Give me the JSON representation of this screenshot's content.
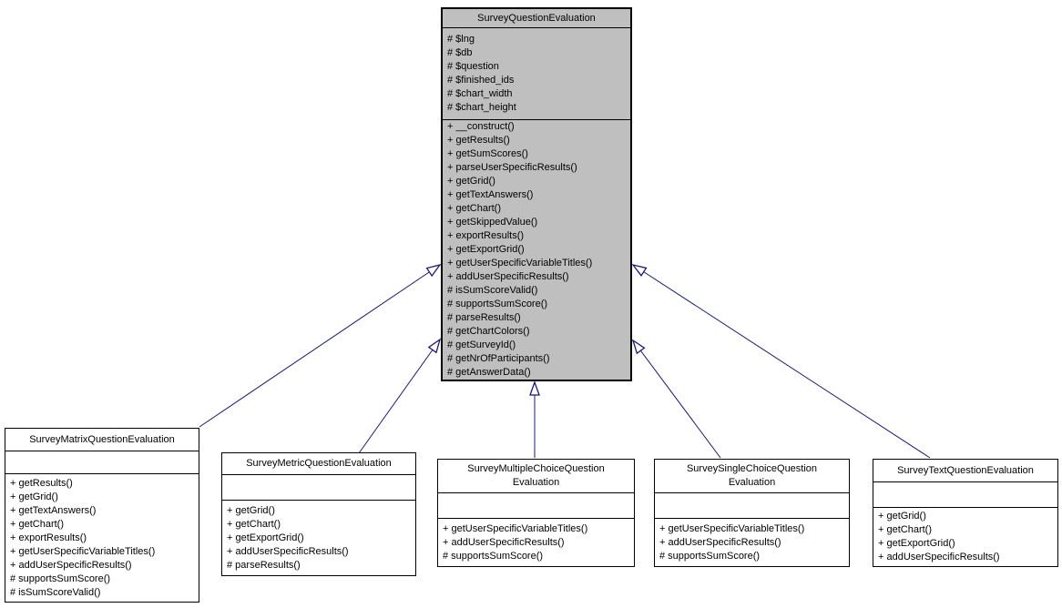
{
  "colors": {
    "background": "#ffffff",
    "base_class_fill": "#bfbfbf",
    "derived_class_fill": "#ffffff",
    "border": "#000000",
    "text": "#000000",
    "arrow": "#191970"
  },
  "classes": {
    "base": {
      "title_lines": [
        "SurveyQuestionEvaluation"
      ],
      "attributes": [
        "# $lng",
        "# $db",
        "# $question",
        "# $finished_ids",
        "# $chart_width",
        "# $chart_height"
      ],
      "methods": [
        "+ __construct()",
        "+ getResults()",
        "+ getSumScores()",
        "+ parseUserSpecificResults()",
        "+ getGrid()",
        "+ getTextAnswers()",
        "+ getChart()",
        "+ getSkippedValue()",
        "+ exportResults()",
        "+ getExportGrid()",
        "+ getUserSpecificVariableTitles()",
        "+ addUserSpecificResults()",
        "# isSumScoreValid()",
        "# supportsSumScore()",
        "# parseResults()",
        "# getChartColors()",
        "# getSurveyId()",
        "# getNrOfParticipants()",
        "# getAnswerData()"
      ]
    },
    "matrix": {
      "title_lines": [
        "SurveyMatrixQuestionEvaluation"
      ],
      "attributes": [],
      "methods": [
        "+ getResults()",
        "+ getGrid()",
        "+ getTextAnswers()",
        "+ getChart()",
        "+ exportResults()",
        "+ getUserSpecificVariableTitles()",
        "+ addUserSpecificResults()",
        "# supportsSumScore()",
        "# isSumScoreValid()"
      ]
    },
    "metric": {
      "title_lines": [
        "SurveyMetricQuestionEvaluation"
      ],
      "attributes": [],
      "methods": [
        "+ getGrid()",
        "+ getChart()",
        "+ getExportGrid()",
        "+ addUserSpecificResults()",
        "# parseResults()"
      ]
    },
    "multiple_choice": {
      "title_lines": [
        "SurveyMultipleChoiceQuestion",
        "Evaluation"
      ],
      "attributes": [],
      "methods": [
        "+ getUserSpecificVariableTitles()",
        "+ addUserSpecificResults()",
        "# supportsSumScore()"
      ]
    },
    "single_choice": {
      "title_lines": [
        "SurveySingleChoiceQuestion",
        "Evaluation"
      ],
      "attributes": [],
      "methods": [
        "+ getUserSpecificVariableTitles()",
        "+ addUserSpecificResults()",
        "# supportsSumScore()"
      ]
    },
    "text": {
      "title_lines": [
        "SurveyTextQuestionEvaluation"
      ],
      "attributes": [],
      "methods": [
        "+ getGrid()",
        "+ getChart()",
        "+ getExportGrid()",
        "+ addUserSpecificResults()"
      ]
    }
  },
  "relationships": [
    {
      "from": "SurveyMatrixQuestionEvaluation",
      "to": "SurveyQuestionEvaluation",
      "type": "inheritance"
    },
    {
      "from": "SurveyMetricQuestionEvaluation",
      "to": "SurveyQuestionEvaluation",
      "type": "inheritance"
    },
    {
      "from": "SurveyMultipleChoiceQuestionEvaluation",
      "to": "SurveyQuestionEvaluation",
      "type": "inheritance"
    },
    {
      "from": "SurveySingleChoiceQuestionEvaluation",
      "to": "SurveyQuestionEvaluation",
      "type": "inheritance"
    },
    {
      "from": "SurveyTextQuestionEvaluation",
      "to": "SurveyQuestionEvaluation",
      "type": "inheritance"
    }
  ]
}
